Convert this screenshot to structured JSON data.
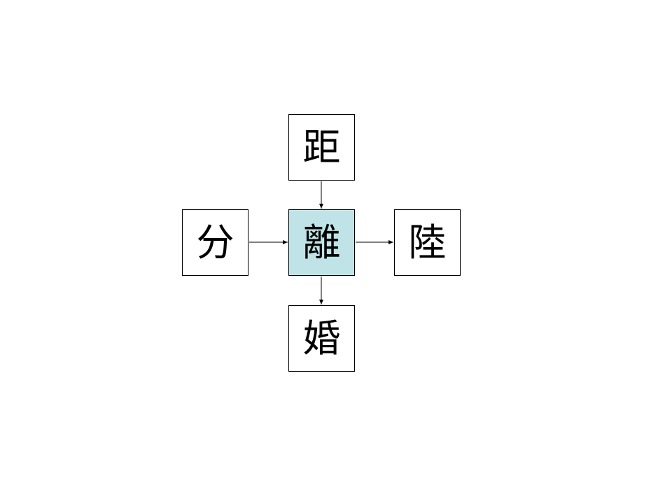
{
  "diagram": {
    "top": "距",
    "left": "分",
    "center": "離",
    "right": "陸",
    "bottom": "婚",
    "center_fill": "#bfe3e6"
  }
}
